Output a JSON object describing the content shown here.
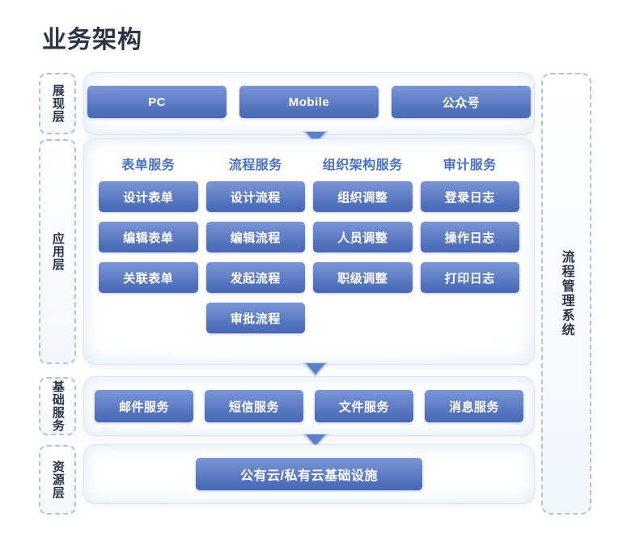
{
  "page": {
    "title": "业务架构",
    "background": "#ffffff",
    "accent_blue": "#4a6fc4",
    "button_gradient_top": "#7b95d6",
    "button_gradient_bottom": "#4a68b4",
    "dashed_border_color": "#aec3dd",
    "title_color": "#2b3445"
  },
  "system_label": "流程管理系统",
  "layers": [
    {
      "tag": "展现层",
      "name": "presentation-layer"
    },
    {
      "tag": "应用层",
      "name": "application-layer"
    },
    {
      "tag": "基础服务",
      "name": "basic-service-layer"
    },
    {
      "tag": "资源层",
      "name": "resource-layer"
    }
  ],
  "presentation": {
    "items": [
      "PC",
      "Mobile",
      "公众号"
    ]
  },
  "application": {
    "columns": [
      {
        "header": "表单服务",
        "items": [
          "设计表单",
          "编辑表单",
          "关联表单"
        ]
      },
      {
        "header": "流程服务",
        "items": [
          "设计流程",
          "编辑流程",
          "发起流程",
          "审批流程"
        ]
      },
      {
        "header": "组织架构服务",
        "items": [
          "组织调整",
          "人员调整",
          "职级调整"
        ]
      },
      {
        "header": "审计服务",
        "items": [
          "登录日志",
          "操作日志",
          "打印日志"
        ]
      }
    ]
  },
  "basic_services": {
    "items": [
      "邮件服务",
      "短信服务",
      "文件服务",
      "消息服务"
    ]
  },
  "resource": {
    "items": [
      "公有云/私有云基础设施"
    ]
  },
  "arrows": [
    {
      "name": "arrow-presentation-to-application"
    },
    {
      "name": "arrow-application-to-basic"
    },
    {
      "name": "arrow-basic-to-resource"
    }
  ]
}
